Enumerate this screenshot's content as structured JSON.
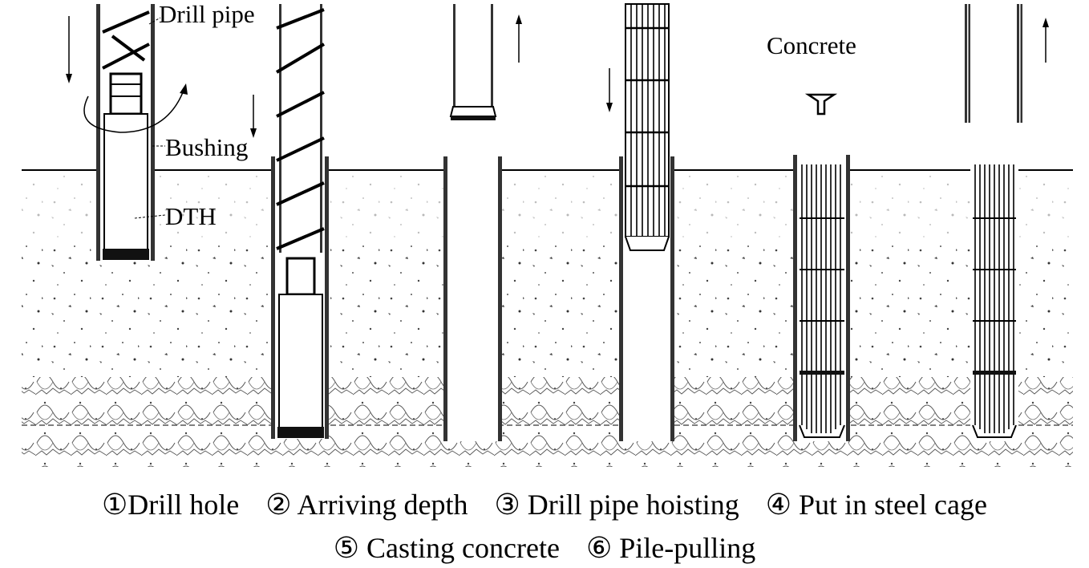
{
  "labels": {
    "drill_pipe": "Drill pipe",
    "bushing": "Bushing",
    "dth": "DTH",
    "concrete": "Concrete"
  },
  "steps": [
    {
      "label": "①Drill hole"
    },
    {
      "label": "② Arriving depth"
    },
    {
      "label": "③ Drill pipe hoisting"
    },
    {
      "label": "④ Put in steel cage"
    },
    {
      "label": "⑤ Casting concrete"
    },
    {
      "label": "⑥ Pile-pulling"
    }
  ]
}
